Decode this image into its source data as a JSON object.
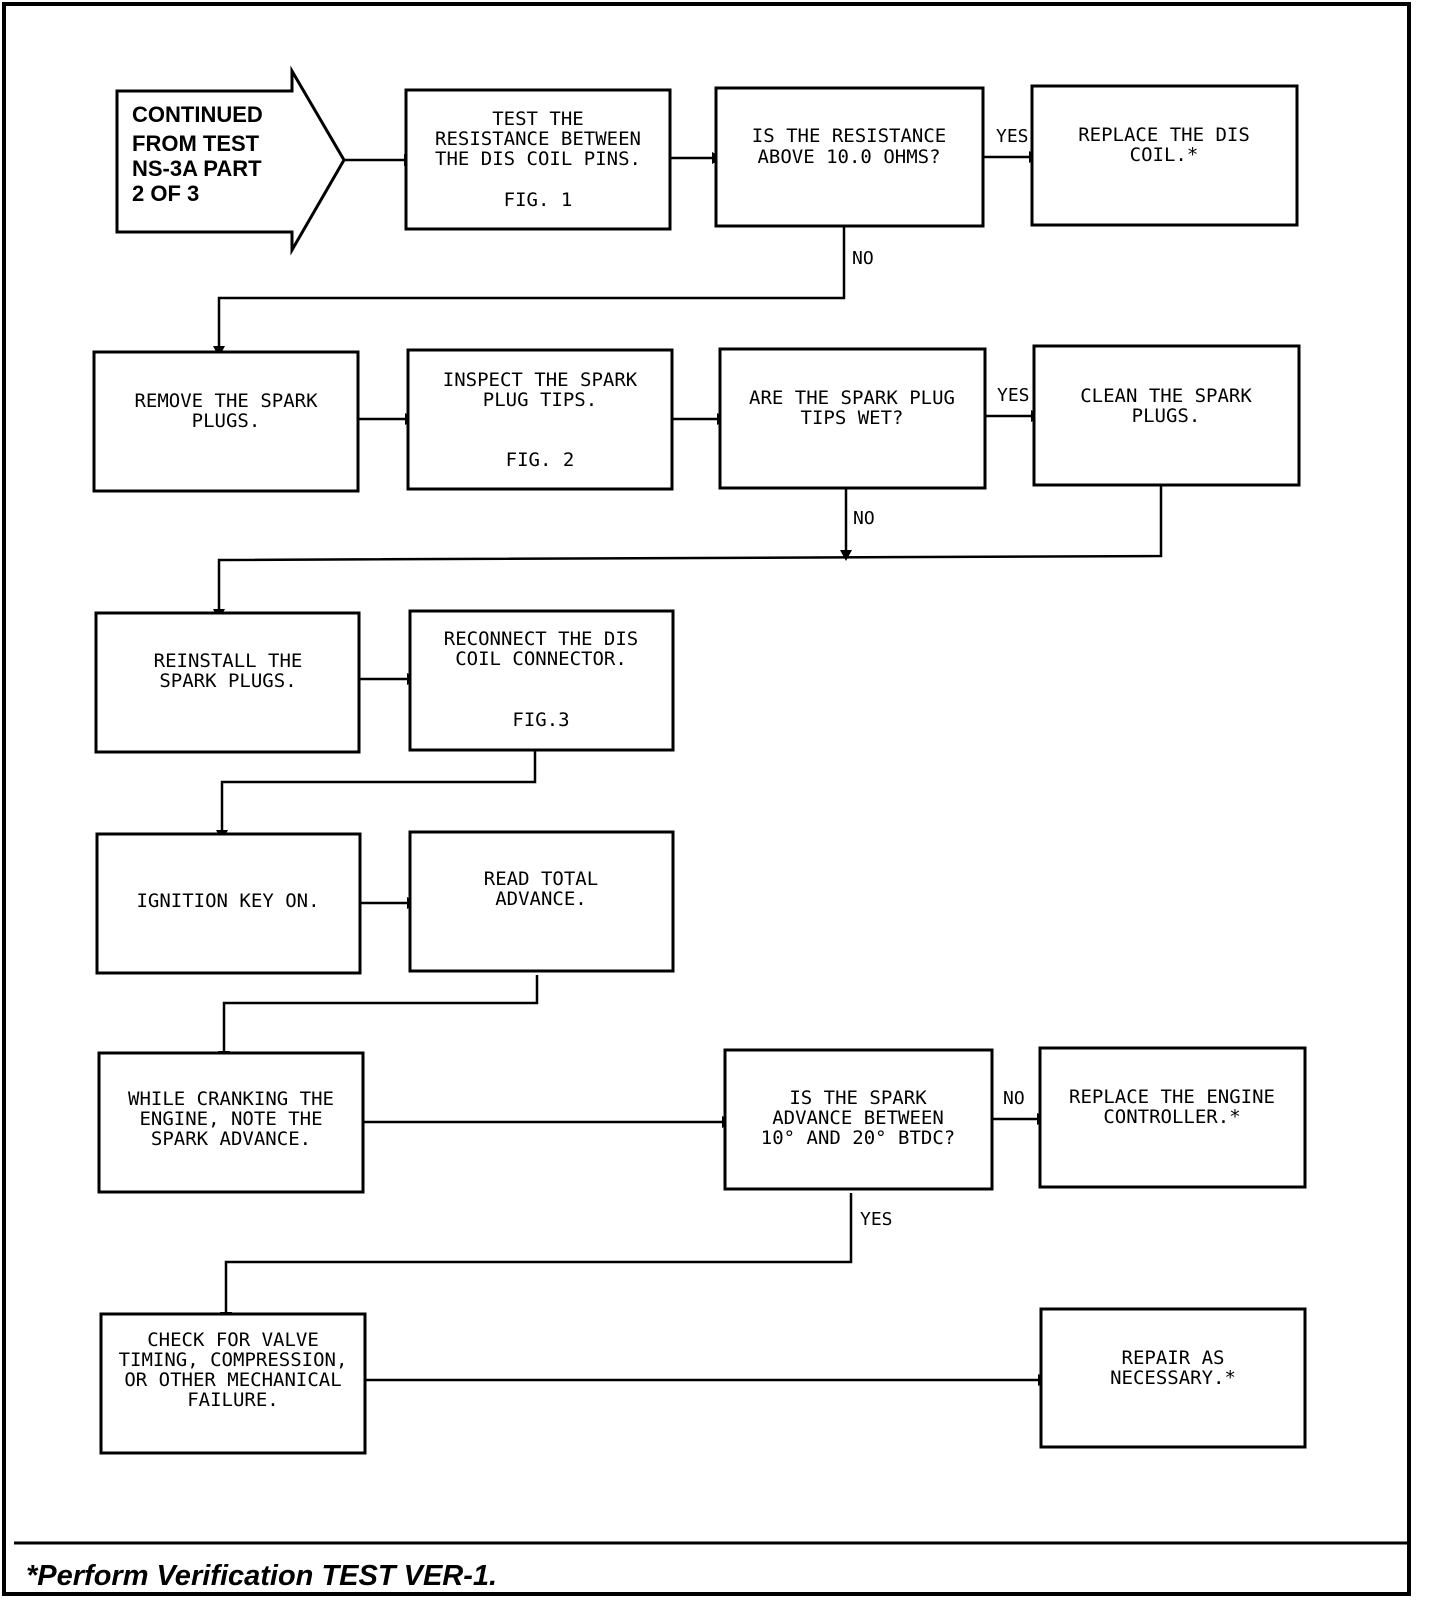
{
  "start": {
    "lines": [
      "CONTINUED",
      "FROM TEST",
      "NS-3A PART",
      "2 OF 3"
    ]
  },
  "steps": {
    "test_resistance": {
      "lines": [
        "TEST THE",
        "RESISTANCE BETWEEN",
        "THE DIS COIL PINS."
      ],
      "fig": "FIG. 1"
    },
    "q_resistance": {
      "lines": [
        "IS THE RESISTANCE",
        "ABOVE 10.0 OHMS?"
      ]
    },
    "replace_dis_coil": {
      "lines": [
        "REPLACE THE DIS",
        "COIL.*"
      ]
    },
    "remove_plugs": {
      "lines": [
        "REMOVE THE SPARK",
        "PLUGS."
      ]
    },
    "inspect_tips": {
      "lines": [
        "INSPECT THE SPARK",
        "PLUG TIPS."
      ],
      "fig": "FIG. 2"
    },
    "q_tips_wet": {
      "lines": [
        "ARE THE SPARK PLUG",
        "TIPS WET?"
      ]
    },
    "clean_plugs": {
      "lines": [
        "CLEAN THE SPARK",
        "PLUGS."
      ]
    },
    "reinstall_plugs": {
      "lines": [
        "REINSTALL THE",
        "SPARK PLUGS."
      ]
    },
    "reconnect_coil": {
      "lines": [
        "RECONNECT THE DIS",
        "COIL CONNECTOR."
      ],
      "fig": "FIG.3"
    },
    "ignition_on": {
      "lines": [
        "IGNITION KEY ON."
      ]
    },
    "read_advance": {
      "lines": [
        "READ TOTAL",
        "ADVANCE."
      ]
    },
    "note_advance": {
      "lines": [
        "WHILE CRANKING THE",
        "ENGINE, NOTE THE",
        "SPARK ADVANCE."
      ]
    },
    "q_advance": {
      "lines": [
        "IS THE SPARK",
        "ADVANCE BETWEEN",
        "10° AND 20° BTDC?"
      ]
    },
    "replace_controller": {
      "lines": [
        "REPLACE THE ENGINE",
        "CONTROLLER.*"
      ]
    },
    "check_mechanical": {
      "lines": [
        "CHECK FOR VALVE",
        "TIMING, COMPRESSION,",
        "OR OTHER MECHANICAL",
        "FAILURE."
      ]
    },
    "repair": {
      "lines": [
        "REPAIR AS",
        "NECESSARY.*"
      ]
    }
  },
  "labels": {
    "yes": "YES",
    "no": "NO"
  },
  "footer": {
    "note": "*Perform Verification TEST VER-1."
  }
}
